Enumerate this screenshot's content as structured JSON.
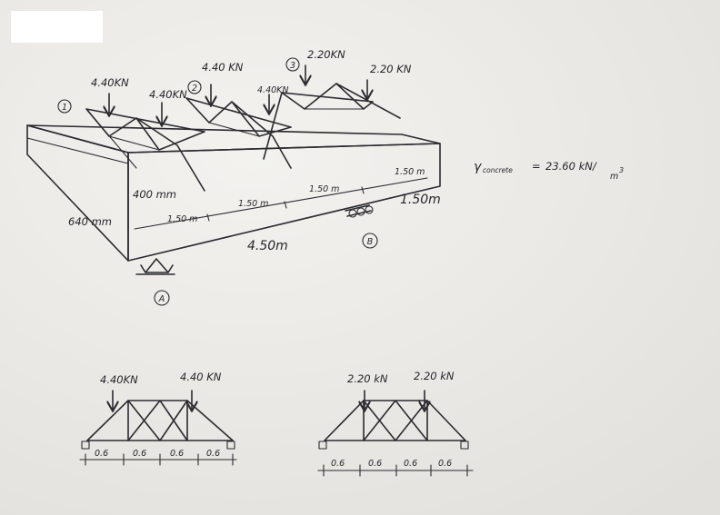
{
  "redaction_box": {
    "color": "#ffffff"
  },
  "top_sketch": {
    "truss_labels": [
      "1",
      "2",
      "3"
    ],
    "loads": [
      {
        "label": "4.40KN"
      },
      {
        "label": "4.40KN"
      },
      {
        "label": "4.40 KN"
      },
      {
        "label": "4.40KN"
      },
      {
        "label": "2.20KN"
      },
      {
        "label": "2.20 KN"
      }
    ],
    "beam_width": "400 mm",
    "beam_depth": "640 mm",
    "spans": [
      "1.50 m",
      "1.50 m",
      "1.50 m",
      "1.50 m"
    ],
    "overhang": "1.50m",
    "total_length": "4.50m",
    "support_a": "A",
    "support_b": "B"
  },
  "unit_weight": {
    "prefix": "γ",
    "subscript": "concrete",
    "equals": "=",
    "value": "23.60 kN/",
    "unit_exp": "m",
    "power": "3"
  },
  "truss_detail_left": {
    "loads": [
      "4.40KN",
      "4.40 KN"
    ],
    "panels": [
      "0.6",
      "0.6",
      "0.6",
      "0.6"
    ]
  },
  "truss_detail_right": {
    "loads": [
      "2.20 kN",
      "2.20 kN"
    ],
    "panels": [
      "0.6",
      "0.6",
      "0.6",
      "0.6"
    ]
  }
}
